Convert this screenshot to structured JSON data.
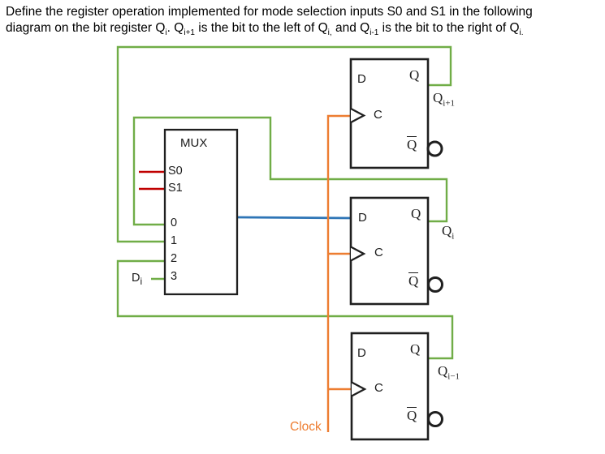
{
  "colors": {
    "wire_green": "#70AD47",
    "wire_orange": "#ED7D31",
    "wire_blue": "#2E75B6",
    "wire_red": "#C00000",
    "box_stroke": "#1f1f1f"
  },
  "title": {
    "line1": "Define the register operation implemented for mode selection inputs S0 and S1 in the following",
    "line2_segments": [
      {
        "t": "diagram on the bit register Q"
      },
      {
        "sub": "i"
      },
      {
        "t": ". Q"
      },
      {
        "sub": "i+1"
      },
      {
        "t": " is the bit to the left of Q"
      },
      {
        "sub": "i,"
      },
      {
        "t": " and Q"
      },
      {
        "sub": "i-1"
      },
      {
        "t": " is the bit to the right of Q"
      },
      {
        "sub": "i."
      }
    ]
  },
  "mux": {
    "label": "MUX",
    "select_inputs": [
      "S0",
      "S1"
    ],
    "data_inputs": [
      "0",
      "1",
      "2",
      "3"
    ],
    "external_data_label_segments": [
      {
        "t": "D"
      },
      {
        "sub": "i"
      }
    ]
  },
  "clock": {
    "label": "Clock"
  },
  "flip_flops": [
    {
      "d": "D",
      "q": "Q",
      "c": "C",
      "qbar": "Q",
      "output_segments": [
        {
          "t": "Q"
        },
        {
          "sub": "i+1"
        }
      ]
    },
    {
      "d": "D",
      "q": "Q",
      "c": "C",
      "qbar": "Q",
      "output_segments": [
        {
          "t": "Q"
        },
        {
          "sub": "i"
        }
      ]
    },
    {
      "d": "D",
      "q": "Q",
      "c": "C",
      "qbar": "Q",
      "output_segments": [
        {
          "t": "Q"
        },
        {
          "sub": "i−1"
        }
      ]
    }
  ]
}
